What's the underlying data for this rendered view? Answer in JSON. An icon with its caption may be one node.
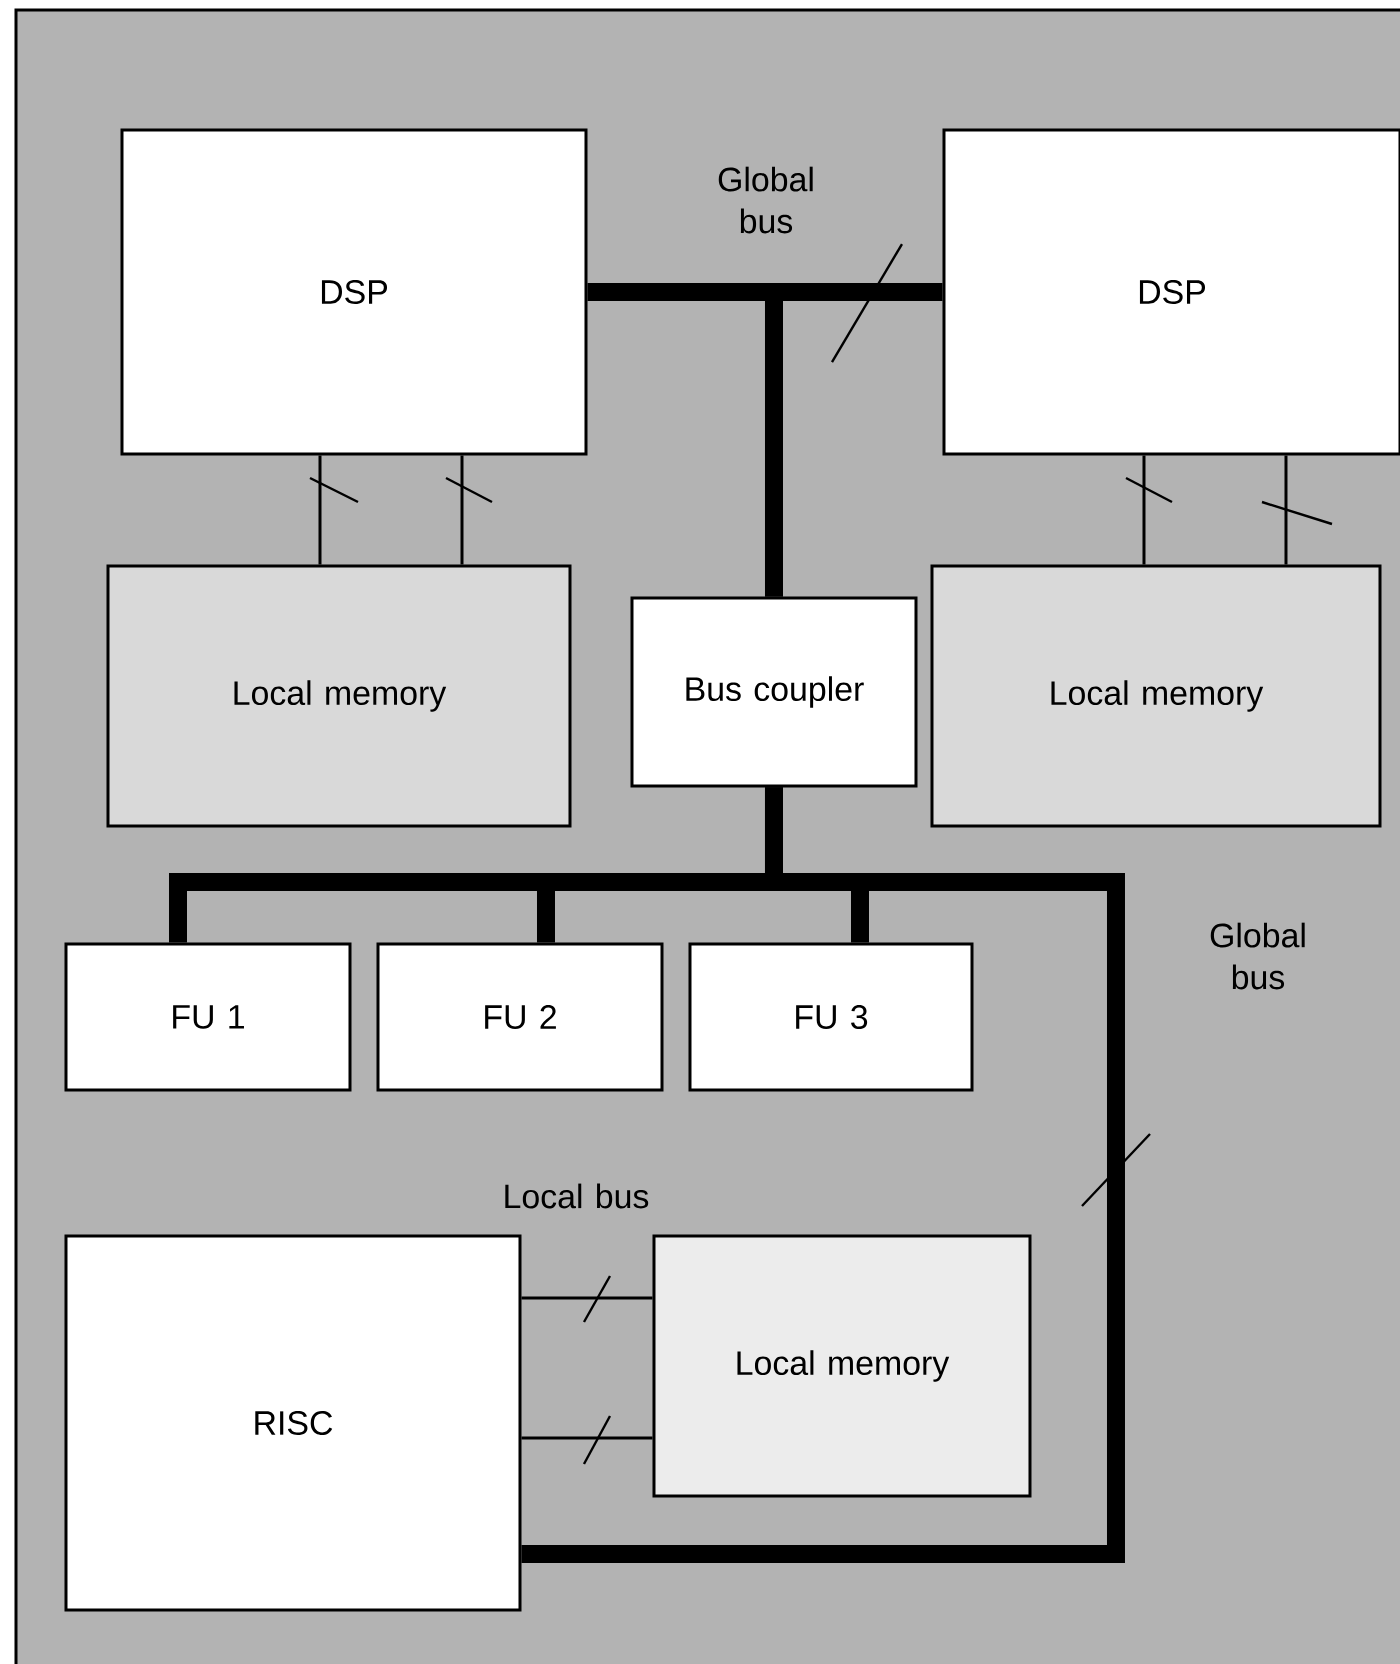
{
  "diagram": {
    "nodes": [
      {
        "text": [
          "DSP"
        ]
      },
      {
        "text": [
          "DSP"
        ]
      },
      {
        "text": [
          "Local memory"
        ]
      },
      {
        "text": [
          "Bus coupler"
        ]
      },
      {
        "text": [
          "Local memory"
        ]
      },
      {
        "text": [
          "FU 1"
        ]
      },
      {
        "text": [
          "FU 2"
        ]
      },
      {
        "text": [
          "FU 3"
        ]
      },
      {
        "text": [
          "RISC"
        ]
      },
      {
        "text": [
          "Local memory"
        ]
      }
    ],
    "edges": [
      {
        "from": 3,
        "to": 0,
        "arrow": "none",
        "style": "thick"
      },
      {
        "from": 3,
        "to": 1,
        "arrow": "none",
        "style": "thick"
      },
      {
        "from": 0,
        "to": 2,
        "arrow": "none"
      },
      {
        "from": 0,
        "to": 2,
        "arrow": "none"
      },
      {
        "from": 1,
        "to": 4,
        "arrow": "none"
      },
      {
        "from": 1,
        "to": 4,
        "arrow": "none"
      },
      {
        "from": 3,
        "to": 5,
        "arrow": "none",
        "style": "thick"
      },
      {
        "from": 3,
        "to": 6,
        "arrow": "none",
        "style": "thick"
      },
      {
        "from": 3,
        "to": 7,
        "arrow": "none",
        "style": "thick"
      },
      {
        "from": 3,
        "to": 8,
        "arrow": "none",
        "style": "thick"
      },
      {
        "from": 8,
        "to": 9,
        "arrow": "none"
      },
      {
        "from": 8,
        "to": 9,
        "arrow": "none"
      }
    ],
    "labels": [
      "Global bus",
      "Global bus",
      "Local bus"
    ]
  }
}
